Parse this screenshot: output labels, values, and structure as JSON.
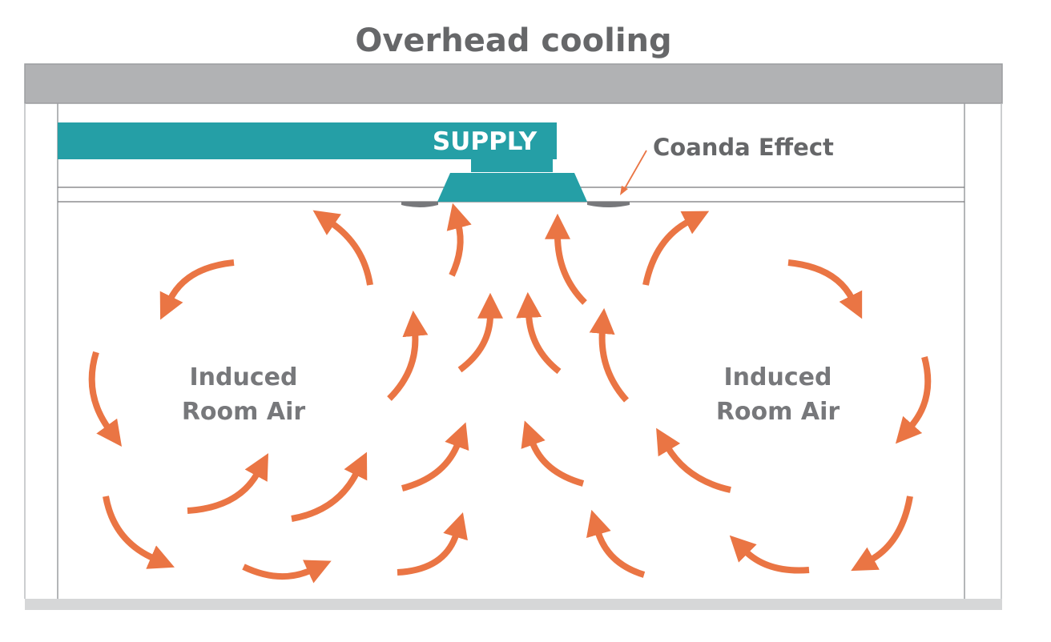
{
  "title": "Overhead cooling",
  "supply_label": "SUPPLY",
  "coanda_label": "Coanda Effect",
  "induced_left": {
    "line1": "Induced",
    "line2": "Room Air"
  },
  "induced_right": {
    "line1": "Induced",
    "line2": "Room Air"
  },
  "colors": {
    "accent": "#259fa6",
    "arrow": "#ea7544",
    "text": "#666769",
    "ceiling": "#b1b2b4",
    "floor": "#d6d7d8"
  }
}
